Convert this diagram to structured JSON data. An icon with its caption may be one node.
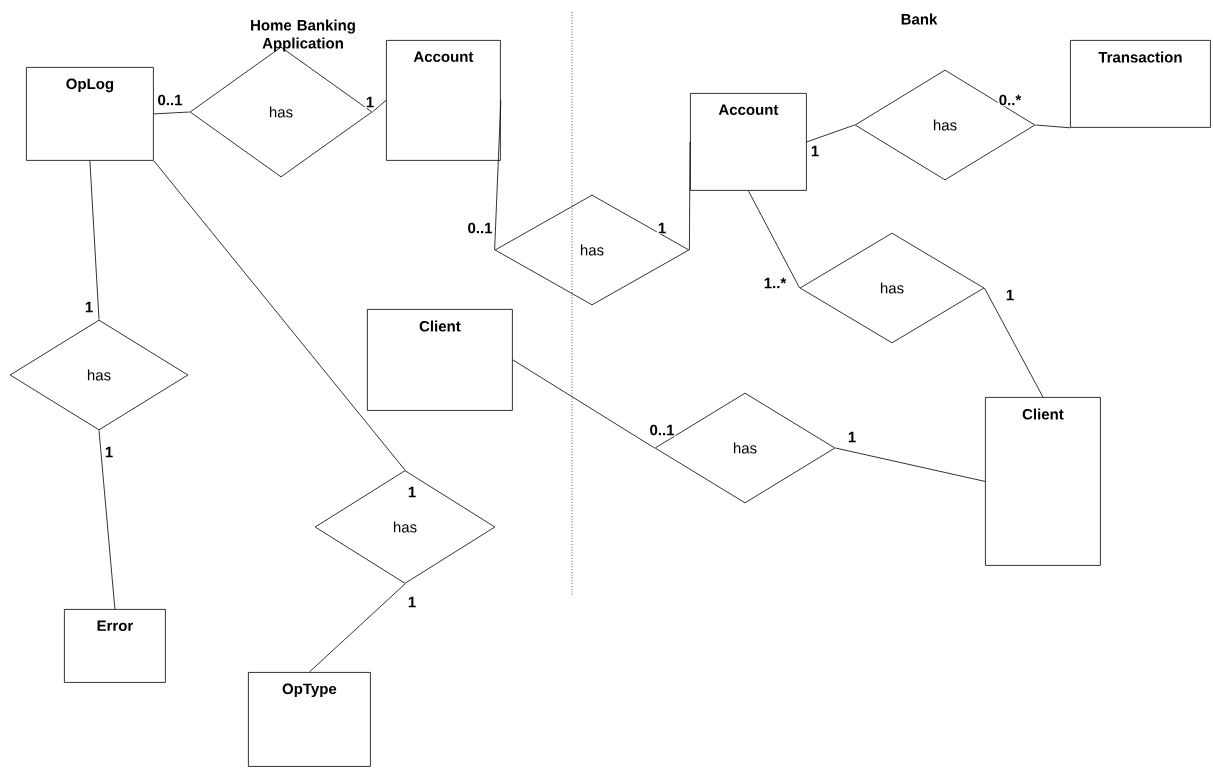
{
  "diagram": {
    "nodes": [
      {
        "text": [
          "OpLog"
        ]
      },
      {
        "text": [
          "Account"
        ]
      },
      {
        "text": [
          "Account"
        ]
      },
      {
        "text": [
          "Transaction"
        ]
      },
      {
        "text": [
          "Client"
        ]
      },
      {
        "text": [
          "Client"
        ]
      },
      {
        "text": [
          "Error"
        ]
      },
      {
        "text": [
          "OpType"
        ]
      },
      {
        "text": [
          "has"
        ]
      },
      {
        "text": [
          "has"
        ]
      },
      {
        "text": [
          "has"
        ]
      },
      {
        "text": [
          "has"
        ]
      },
      {
        "text": [
          "has"
        ]
      },
      {
        "text": [
          "has"
        ]
      },
      {
        "text": [
          "has"
        ]
      }
    ],
    "edges": [
      {
        "from": 0,
        "to": 8,
        "arrow": "none",
        "label": "0..1"
      },
      {
        "from": 8,
        "to": 1,
        "arrow": "none",
        "label": "1"
      },
      {
        "from": 1,
        "to": 10,
        "arrow": "none",
        "label": "0..1"
      },
      {
        "from": 10,
        "to": 2,
        "arrow": "none",
        "label": "1"
      },
      {
        "from": 2,
        "to": 9,
        "arrow": "none",
        "label": "1"
      },
      {
        "from": 9,
        "to": 3,
        "arrow": "none",
        "label": "0..*"
      },
      {
        "from": 2,
        "to": 11,
        "arrow": "none",
        "label": "1..*"
      },
      {
        "from": 11,
        "to": 5,
        "arrow": "none",
        "label": "1"
      },
      {
        "from": 4,
        "to": 13,
        "arrow": "none",
        "label": "0..1"
      },
      {
        "from": 13,
        "to": 5,
        "arrow": "none",
        "label": "1"
      },
      {
        "from": 0,
        "to": 12,
        "arrow": "none",
        "label": "1"
      },
      {
        "from": 12,
        "to": 6,
        "arrow": "none",
        "label": "1"
      },
      {
        "from": 0,
        "to": 14,
        "arrow": "none",
        "label": "1"
      },
      {
        "from": 14,
        "to": 7,
        "arrow": "none",
        "label": "1"
      }
    ],
    "labels": [
      "Home Banking Application",
      "Bank"
    ]
  }
}
